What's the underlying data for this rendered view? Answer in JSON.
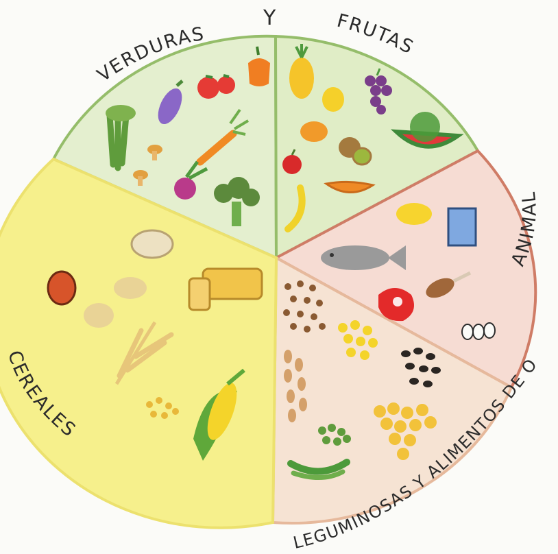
{
  "labels": {
    "vegetables": "VERDURAS",
    "and": "Y",
    "fruits": "FRUTAS",
    "animal_top": "ANIMAL",
    "bottom_right": "LEGUMINOSAS Y ALIMENTOS DE ORIGEN",
    "cereals": "CEREALES"
  },
  "colors": {
    "vegetables": "#e4efcf",
    "fruits": "#e0edc6",
    "animal": "#f6dcd3",
    "legumes": "#f6e3d3",
    "cereals": "#f6f08c",
    "rim_green": "#95bd6a",
    "rim_red": "#cf7c66",
    "rim_peach": "#e6b99c",
    "rim_yellow": "#ece16e"
  },
  "icons": {
    "vegetables": [
      "celery-icon",
      "eggplant-icon",
      "tomato-icon",
      "bell-pepper-icon",
      "carrot-icon",
      "mushroom-icon",
      "beet-icon",
      "broccoli-icon"
    ],
    "fruits": [
      "pineapple-icon",
      "grapes-icon",
      "lemon-icon",
      "orange-icon",
      "kiwi-icon",
      "watermelon-icon",
      "apple-icon",
      "papaya-icon",
      "banana-icon"
    ],
    "animal": [
      "butter-icon",
      "milk-carton-icon",
      "fish-icon",
      "steak-icon",
      "chicken-leg-icon",
      "eggs-icon"
    ],
    "legumes": [
      "lentils-icon",
      "corn-kernels-icon",
      "black-beans-icon",
      "peanuts-icon",
      "chickpeas-icon",
      "peas-icon",
      "green-beans-icon"
    ],
    "cereals": [
      "bread-loaf-icon",
      "bread-roll-icon",
      "rice-icon",
      "potato-icon",
      "wheat-icon",
      "grain-icon",
      "corn-cob-icon"
    ]
  }
}
